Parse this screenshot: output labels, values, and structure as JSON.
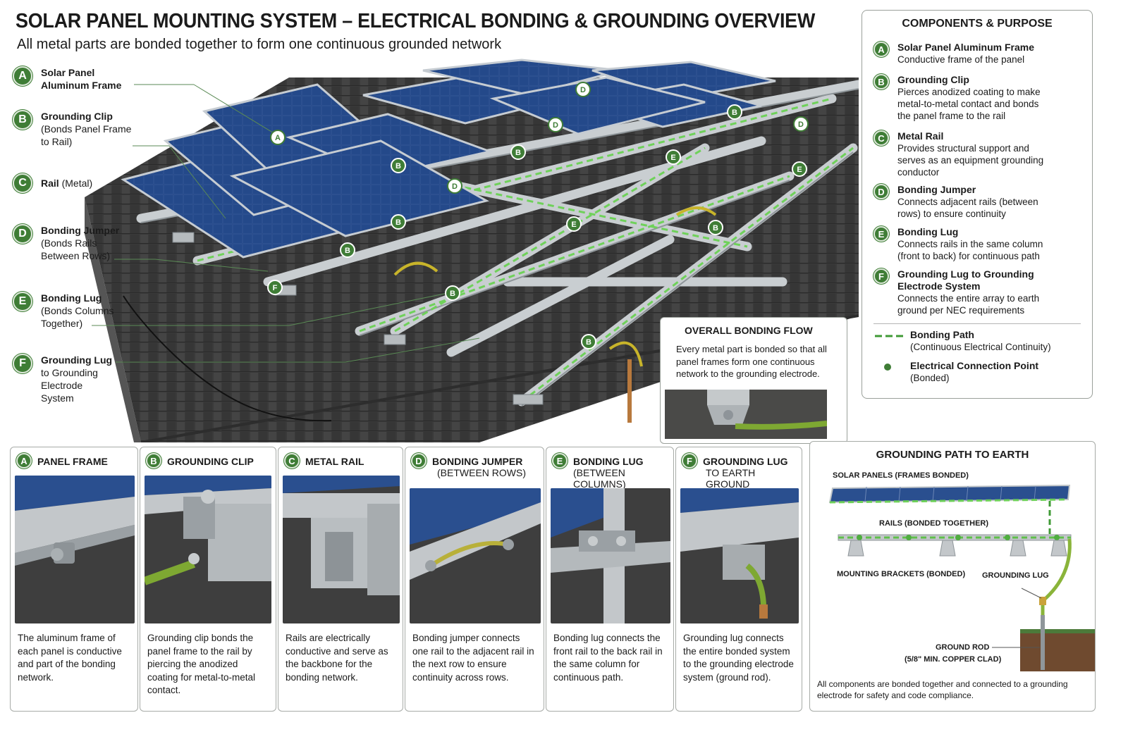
{
  "header": {
    "title": "SOLAR PANEL MOUNTING SYSTEM – ELECTRICAL BONDING & GROUNDING OVERVIEW",
    "subtitle": "All metal parts are bonded together to form one continuous grounded network"
  },
  "callouts": [
    {
      "letter": "A",
      "bold": "Solar Panel",
      "bold2": "Aluminum Frame",
      "rest": ""
    },
    {
      "letter": "B",
      "bold": "Grounding Clip",
      "rest": "(Bonds Panel Frame",
      "rest2": "to Rail)"
    },
    {
      "letter": "C",
      "bold": "Rail",
      "rest": " (Metal)"
    },
    {
      "letter": "D",
      "bold": "Bonding Jumper",
      "rest": "(Bonds Rails",
      "rest2": "Between Rows)"
    },
    {
      "letter": "E",
      "bold": "Bonding Lug",
      "rest": "(Bonds Columns",
      "rest2": "Together)"
    },
    {
      "letter": "F",
      "bold": "Grounding Lug",
      "rest": "to Grounding",
      "rest2": "Electrode",
      "rest3": "System"
    }
  ],
  "legend": {
    "title": "COMPONENTS & PURPOSE",
    "items": [
      {
        "letter": "A",
        "name": "Solar Panel Aluminum Frame",
        "l1": "Conductive frame of the panel"
      },
      {
        "letter": "B",
        "name": "Grounding Clip",
        "l1": "Pierces anodized coating to make",
        "l2": "metal-to-metal contact and bonds",
        "l3": "the panel frame to the rail"
      },
      {
        "letter": "C",
        "name": "Metal Rail",
        "l1": "Provides structural support and",
        "l2": "serves as an equipment grounding",
        "l3": "conductor"
      },
      {
        "letter": "D",
        "name": "Bonding Jumper",
        "l1": "Connects adjacent rails (between",
        "l2": "rows) to ensure continuity"
      },
      {
        "letter": "E",
        "name": "Bonding Lug",
        "l1": "Connects rails in the same column",
        "l2": "(front to back) for continuous path"
      },
      {
        "letter": "F",
        "name": "Grounding Lug to Grounding",
        "name2": "Electrode System",
        "l1": "Connects the entire array to earth",
        "l2": "ground per NEC requirements"
      }
    ],
    "path_key": {
      "name": "Bonding Path",
      "desc": "(Continuous Electrical Continuity)"
    },
    "point_key": {
      "name": "Electrical Connection Point",
      "desc": "(Bonded)"
    }
  },
  "flow": {
    "title": "OVERALL BONDING FLOW",
    "text": "Every metal part is bonded so that all panel frames form one continuous network to the grounding electrode."
  },
  "cards": [
    {
      "letter": "A",
      "title": "PANEL FRAME",
      "sub": "",
      "desc": "The aluminum frame of each panel is conductive and part of the bonding network."
    },
    {
      "letter": "B",
      "title": "GROUNDING CLIP",
      "sub": "",
      "desc": "Grounding clip bonds the panel frame to the rail by piercing the anodized coating for metal-to-metal contact."
    },
    {
      "letter": "C",
      "title": "METAL RAIL",
      "sub": "",
      "desc": "Rails are electrically conductive and serve as the backbone for the bonding network."
    },
    {
      "letter": "D",
      "title": "BONDING JUMPER",
      "sub": "(BETWEEN ROWS)",
      "desc": "Bonding jumper connects one rail to the adjacent rail in the next row to ensure continuity across rows."
    },
    {
      "letter": "E",
      "title": "BONDING LUG",
      "sub": "(BETWEEN COLUMNS)",
      "desc": "Bonding lug connects the front rail to the back rail in the same column for continuous path."
    },
    {
      "letter": "F",
      "title": "GROUNDING LUG",
      "sub": "TO EARTH GROUND",
      "desc": "Grounding lug connects the entire bonded system to the grounding electrode system (ground rod)."
    }
  ],
  "earth": {
    "title": "GROUNDING PATH TO EARTH",
    "panels_label": "SOLAR PANELS (FRAMES BONDED)",
    "rails_label": "RAILS (BONDED TOGETHER)",
    "brackets_label": "MOUNTING BRACKETS (BONDED)",
    "lug_label": "GROUNDING LUG",
    "rod_label": "GROUND ROD",
    "rod_sub": "(5/8\" MIN. COPPER CLAD)",
    "footer": "All components are bonded together and connected to a grounding electrode for safety and code compliance."
  },
  "colors": {
    "accent": "#3f7d36",
    "bond_path": "#5fbf4a",
    "panel": "#1f3f78",
    "rail": "#bfc4c7",
    "roof": "#3b3b3b"
  },
  "scene_markers": [
    "A",
    "B",
    "B",
    "B",
    "B",
    "B",
    "B",
    "B",
    "B",
    "D",
    "D",
    "D",
    "D",
    "E",
    "E",
    "E",
    "F"
  ]
}
